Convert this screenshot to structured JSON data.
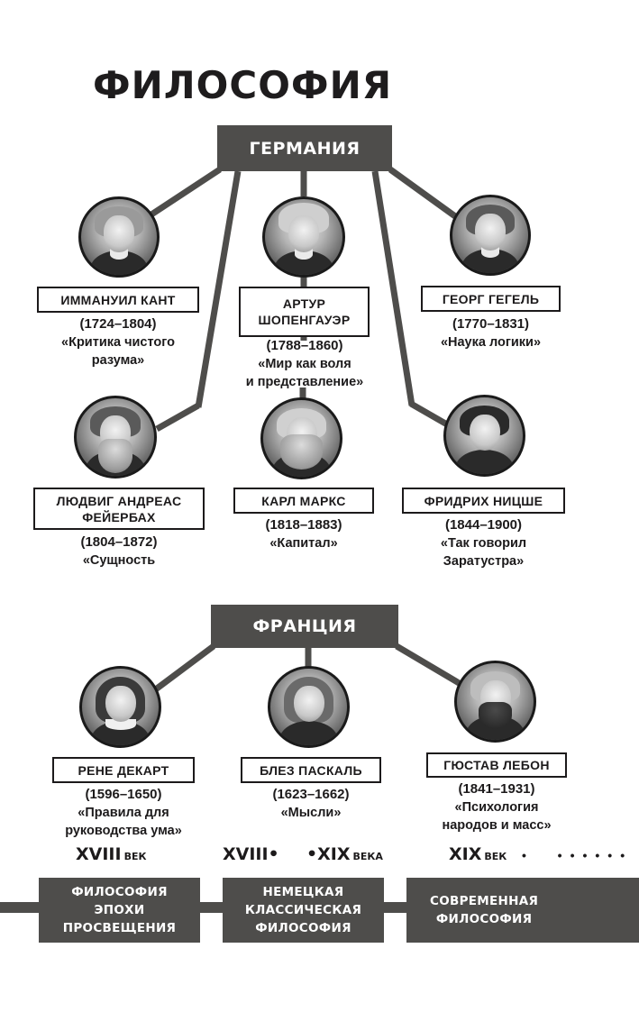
{
  "title": "ФИЛОСОФИЯ",
  "colors": {
    "box": "#4e4d4b",
    "line": "#4e4d4b",
    "text": "#1c1a1b"
  },
  "germany": {
    "label": "ГЕРМАНИЯ",
    "philosophers": [
      {
        "name": [
          "ИММАНУИЛ КАНТ"
        ],
        "years": "(1724–1804)",
        "work": [
          "«Критика чистого",
          "разума»"
        ],
        "icon": "portrait-kant"
      },
      {
        "name": [
          "АРТУР",
          "ШОПЕНГАУЭР"
        ],
        "years": "(1788–1860)",
        "work": [
          "«Мир как воля",
          "и представление»"
        ],
        "icon": "portrait-schopenhauer"
      },
      {
        "name": [
          "ГЕОРГ ГЕГЕЛЬ"
        ],
        "years": "(1770–1831)",
        "work": [
          "«Наука логики»"
        ],
        "icon": "portrait-hegel"
      },
      {
        "name": [
          "ЛЮДВИГ АНДРЕАС",
          "ФЕЙЕРБАХ"
        ],
        "years": "(1804–1872)",
        "work": [
          "«Сущность"
        ],
        "icon": "portrait-feuerbach"
      },
      {
        "name": [
          "КАРЛ МАРКС"
        ],
        "years": "(1818–1883)",
        "work": [
          "«Капитал»"
        ],
        "icon": "portrait-marx"
      },
      {
        "name": [
          "ФРИДРИХ НИЦШЕ"
        ],
        "years": "(1844–1900)",
        "work": [
          "«Так говорил",
          "Заратустра»"
        ],
        "icon": "portrait-nietzsche"
      }
    ]
  },
  "france": {
    "label": "ФРАНЦИЯ",
    "philosophers": [
      {
        "name": [
          "РЕНЕ ДЕКАРТ"
        ],
        "years": "(1596–1650)",
        "work": [
          "«Правила для",
          "руководства ума»"
        ],
        "icon": "portrait-descartes"
      },
      {
        "name": [
          "БЛЕЗ ПАСКАЛЬ"
        ],
        "years": "(1623–1662)",
        "work": [
          "«Мысли»"
        ],
        "icon": "portrait-pascal"
      },
      {
        "name": [
          "ГЮСТАВ ЛЕБОН"
        ],
        "years": "(1841–1931)",
        "work": [
          "«Психология",
          "народов и масс»"
        ],
        "icon": "portrait-lebon"
      }
    ]
  },
  "timeline": {
    "centuries": [
      {
        "numeral": "XVIII",
        "suffix": "ВЕК"
      },
      {
        "numeral": "XVIII•",
        "numeral2": "•XIX",
        "suffix": "ВЕКА"
      },
      {
        "numeral": "XIX",
        "suffix": "ВЕК",
        "dots": "•  ••••••"
      }
    ],
    "periods": [
      {
        "lines": [
          "ФИЛОСОФИЯ",
          "ЭПОХИ",
          "ПРОСВЕЩЕНИЯ"
        ]
      },
      {
        "lines": [
          "НЕМЕЦКАЯ",
          "КЛАССИЧЕСКАЯ",
          "ФИЛОСОФИЯ"
        ]
      },
      {
        "lines": [
          "СОВРЕМЕННАЯ",
          "ФИЛОСОФИЯ"
        ]
      }
    ]
  }
}
